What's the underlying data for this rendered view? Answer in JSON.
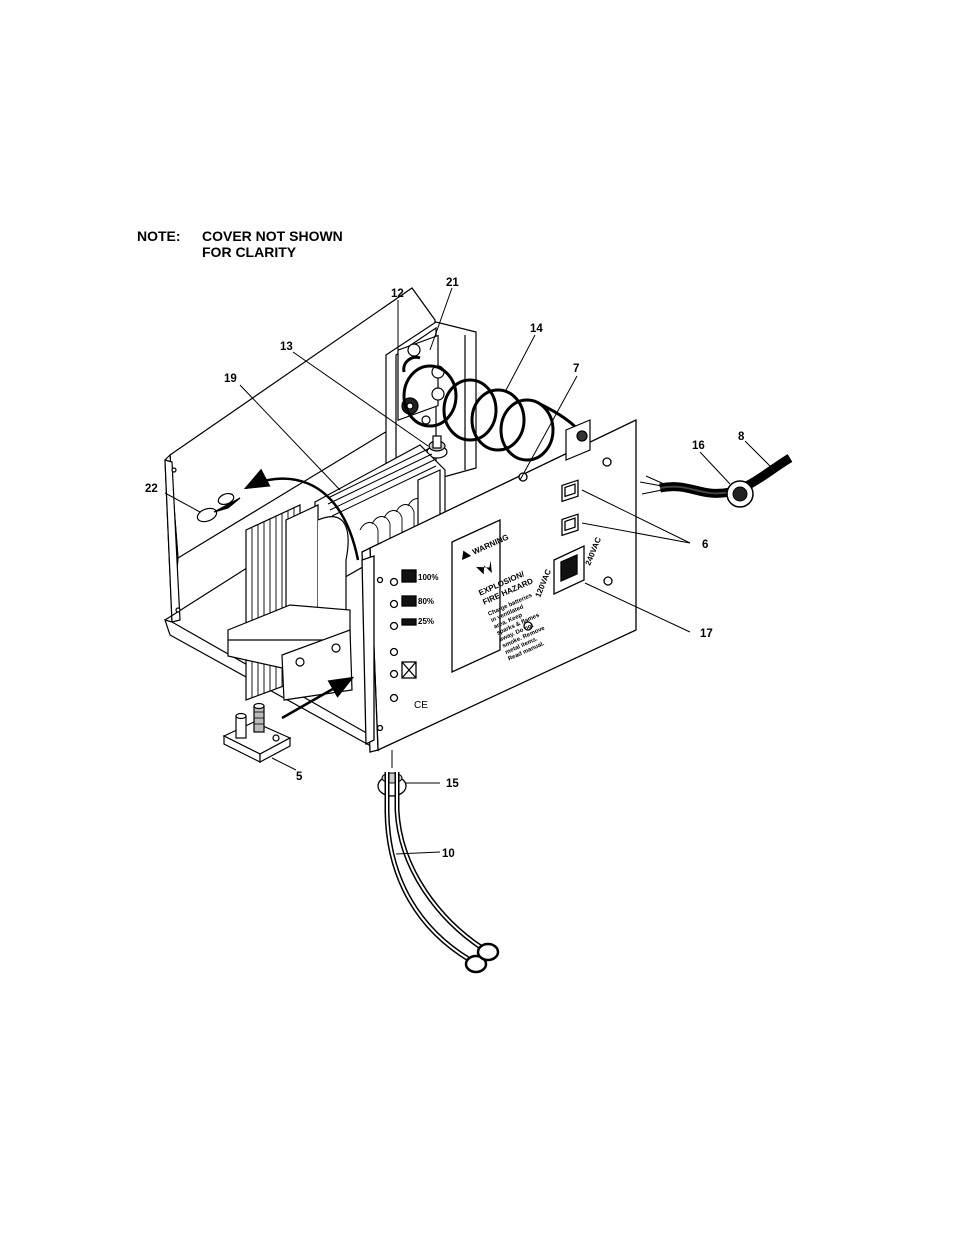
{
  "note": {
    "label": "NOTE:",
    "line1": "COVER NOT SHOWN",
    "line2": "FOR CLARITY"
  },
  "callouts": [
    "21",
    "12",
    "14",
    "13",
    "7",
    "19",
    "22",
    "16",
    "8",
    "6",
    "17",
    "5",
    "15",
    "10"
  ],
  "panel": {
    "level_100": "100%",
    "level_80": "80%",
    "level_25": "25%",
    "ce_mark": "CE",
    "voltage_low": "120VAC",
    "voltage_high": "240VAC"
  },
  "warning_label": {
    "header": "WARNING",
    "line1": "EXPLOSION/",
    "line2": "FIRE HAZARD",
    "body": [
      "Charge batteries",
      "in ventilated",
      "area. Keep",
      "sparks & flames",
      "away. Do not",
      "smoke. Remove",
      "metal items.",
      "Read manual."
    ]
  }
}
